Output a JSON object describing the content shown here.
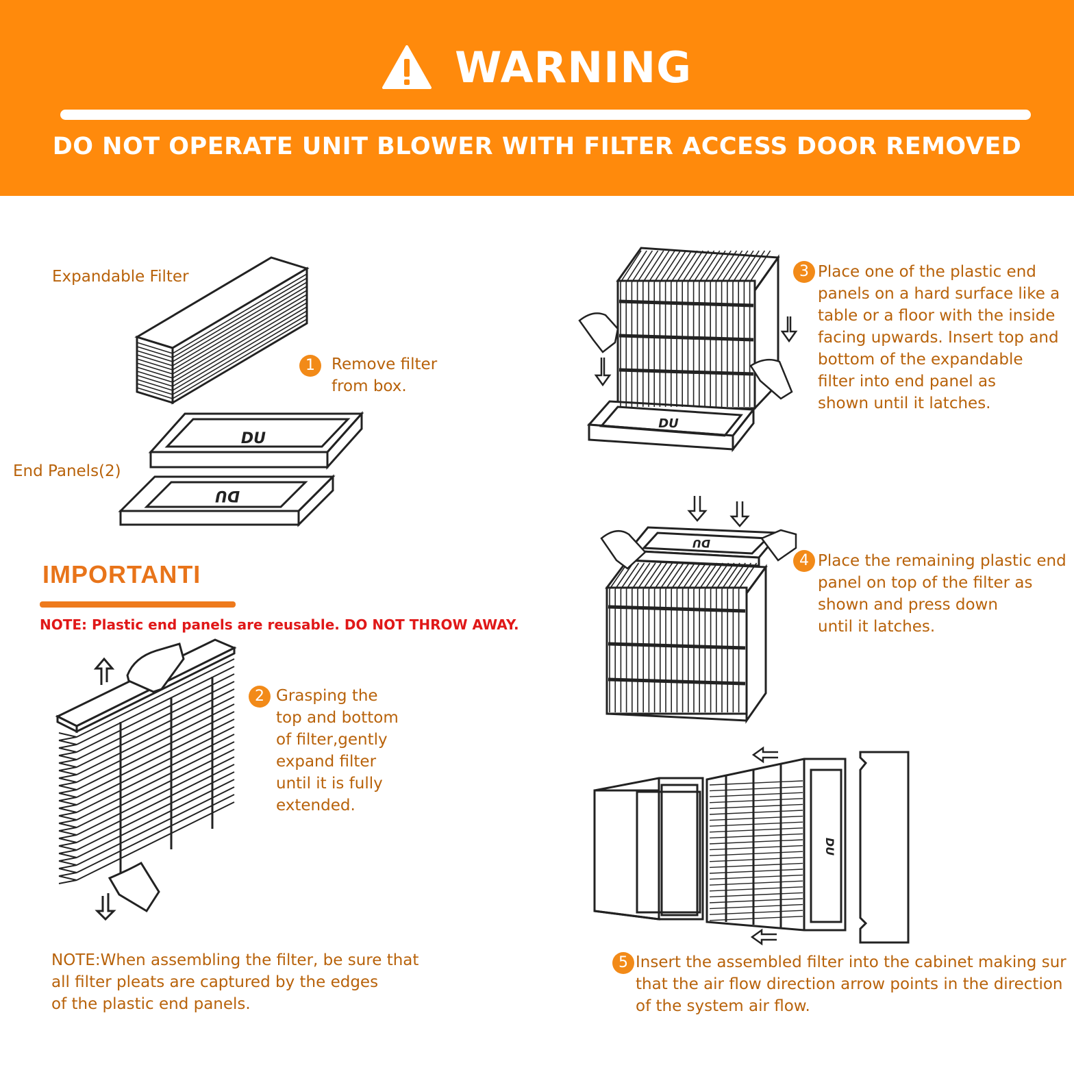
{
  "header": {
    "title": "WARNING",
    "subtitle": "DO NOT OPERATE UNIT BLOWER WITH FILTER ACCESS DOOR REMOVED"
  },
  "labels": {
    "expandable_filter": "Expandable Filter",
    "end_panels": "End Panels(2)",
    "du_mark": "DU"
  },
  "important": {
    "heading": "IMPORTANTI",
    "note": "NOTE: Plastic end panels are reusable. DO NOT THROW AWAY."
  },
  "steps": [
    {
      "number": "1",
      "lines": [
        "Remove filter",
        "from box."
      ]
    },
    {
      "number": "2",
      "lines": [
        "Grasping the",
        "top and bottom",
        "of filter,gently",
        "expand filter",
        "until it is fully",
        "extended."
      ]
    },
    {
      "number": "3",
      "lines": [
        "Place one of the plastic end",
        "panels on a hard surface like a",
        "table or a floor with the inside",
        "facing upwards. Insert top and",
        "bottom of the expandable",
        "filter into end panel as",
        "shown until it latches."
      ]
    },
    {
      "number": "4",
      "lines": [
        "Place the remaining plastic end",
        "panel on top of the filter as",
        "shown and press down",
        "until it latches."
      ]
    },
    {
      "number": "5",
      "lines": [
        "Insert the assembled filter into the cabinet making sur",
        "that the air flow direction arrow points in the direction",
        "of the system air flow."
      ]
    }
  ],
  "assembly_note": {
    "lines": [
      "NOTE:When assembling the filter, be sure that",
      "all filter pleats are captured by the edges",
      "of the plastic end panels."
    ]
  },
  "colors": {
    "banner": "#ff8a0c",
    "accent_text": "#b8620a",
    "step_badge": "#f28a18",
    "note_red": "#e01818",
    "heading": "#e8741a"
  }
}
